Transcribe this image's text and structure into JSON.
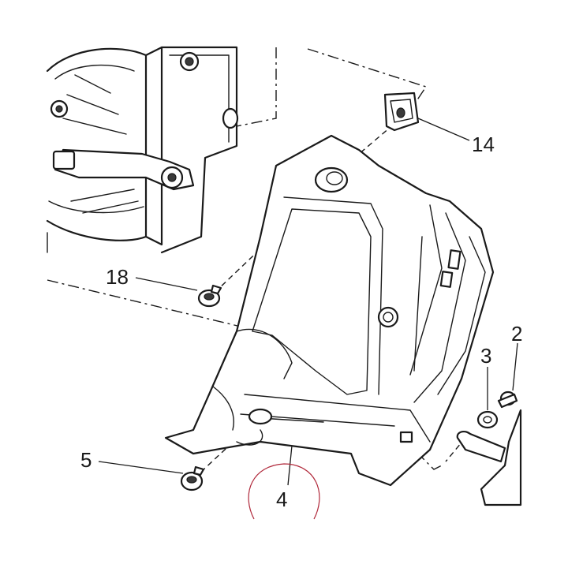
{
  "callouts": {
    "c14": "14",
    "c18": "18",
    "c3": "3",
    "c2": "2",
    "c5": "5",
    "c4": "4"
  },
  "colors": {
    "ink": "#1a1a1a",
    "highlight": "#b0283a"
  }
}
